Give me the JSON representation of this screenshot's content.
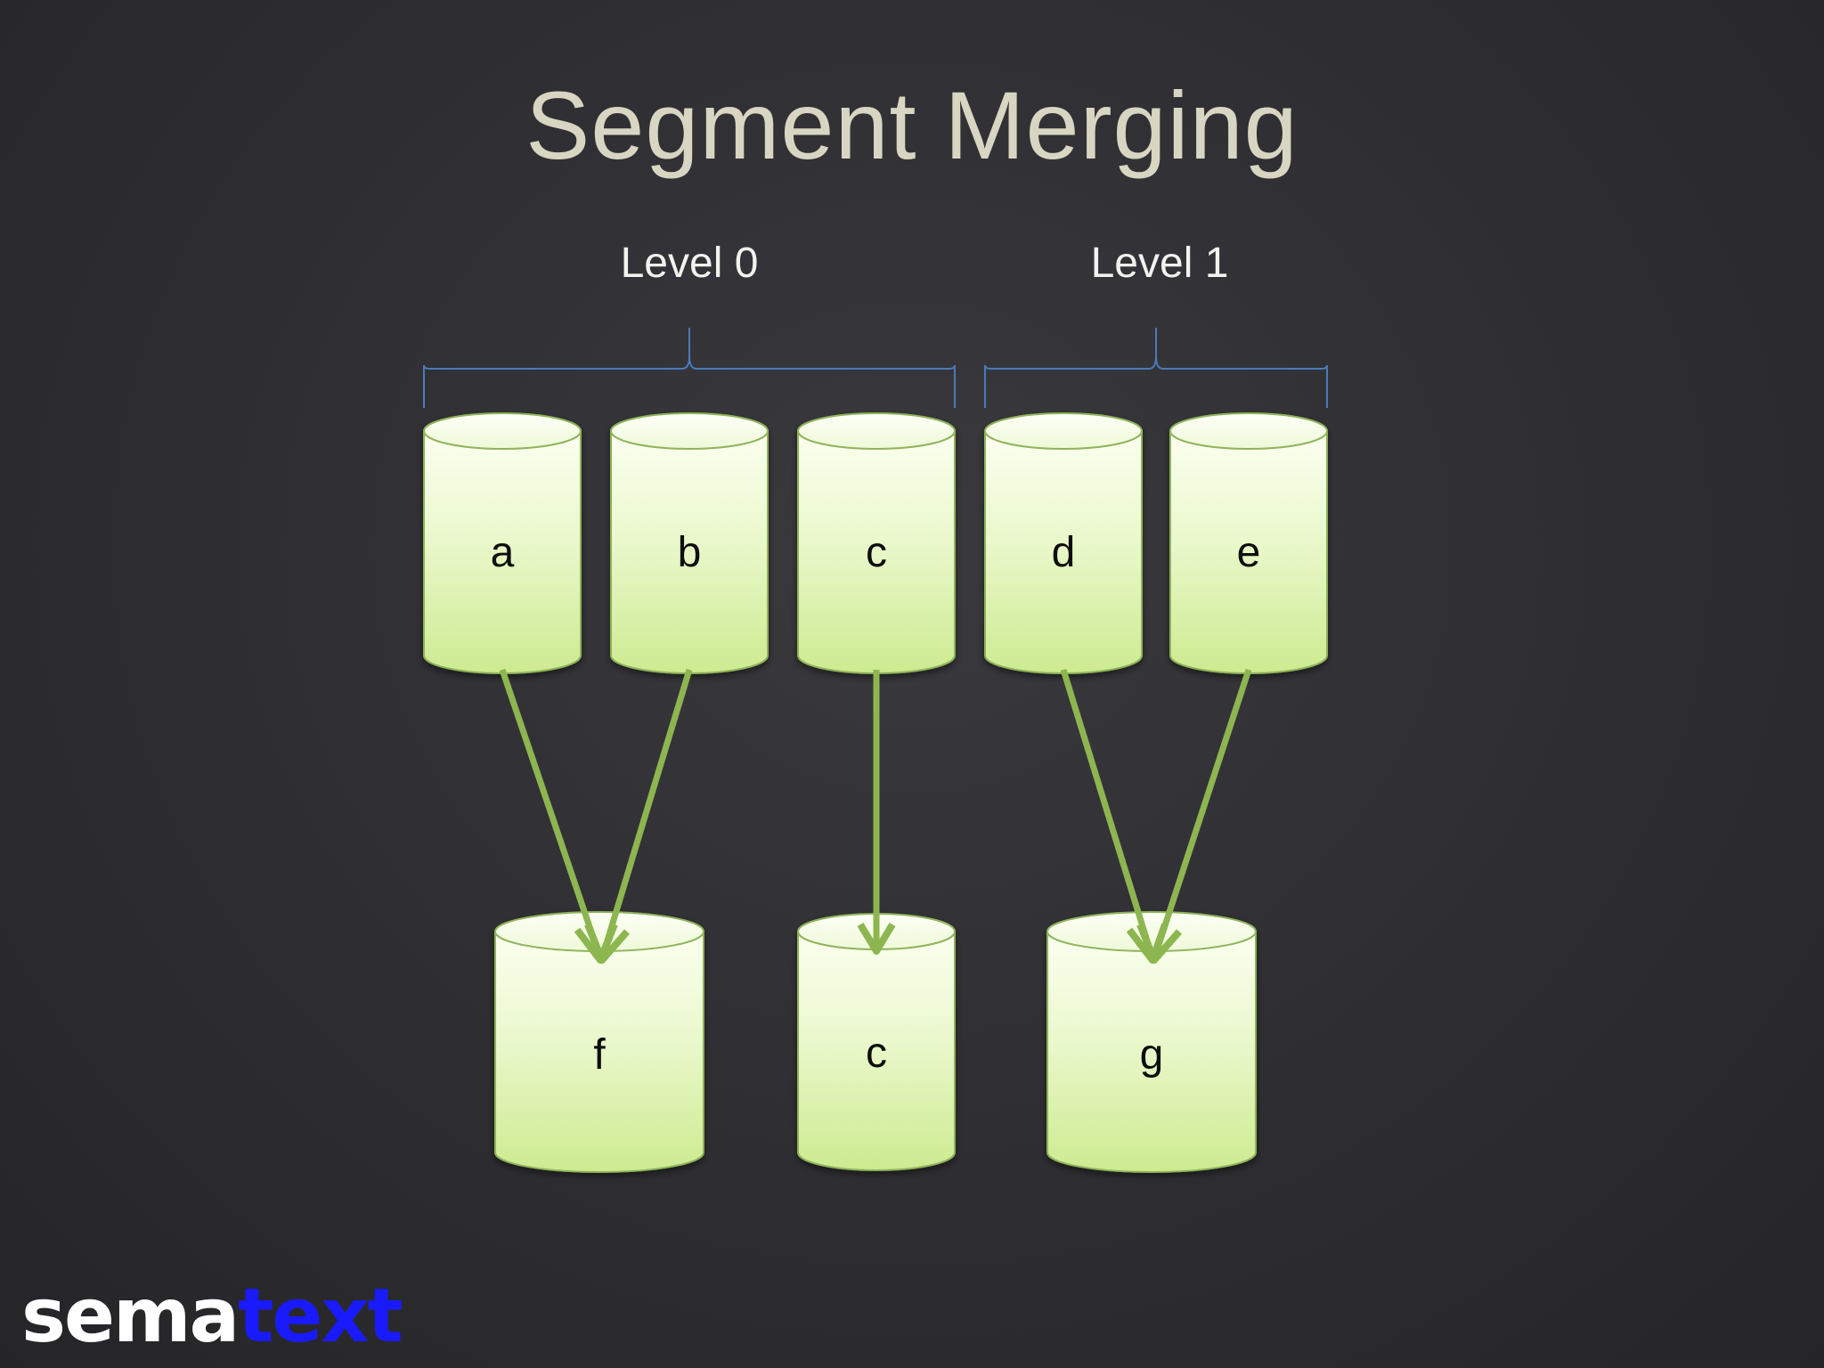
{
  "title": "Segment Merging",
  "levels": [
    {
      "label": "Level 0"
    },
    {
      "label": "Level 1"
    }
  ],
  "source_segments": [
    {
      "label": "a"
    },
    {
      "label": "b"
    },
    {
      "label": "c"
    },
    {
      "label": "d"
    },
    {
      "label": "e"
    }
  ],
  "merged_segments": [
    {
      "label": "f"
    },
    {
      "label": "c"
    },
    {
      "label": "g"
    }
  ],
  "merges": [
    {
      "from": "a",
      "to": "f"
    },
    {
      "from": "b",
      "to": "f"
    },
    {
      "from": "c",
      "to": "c"
    },
    {
      "from": "d",
      "to": "g"
    },
    {
      "from": "e",
      "to": "g"
    }
  ],
  "colors": {
    "background": "#2e2e32",
    "title": "#d8d6c2",
    "cylinder_fill": "#d6f0a0",
    "cylinder_stroke": "#8fb35a",
    "arrow": "#8db650",
    "brace": "#4a7ab8"
  },
  "logo": {
    "part1": "sema",
    "part2": "text",
    "part1_color": "#ffffff",
    "part2_color": "#1a1aff"
  }
}
